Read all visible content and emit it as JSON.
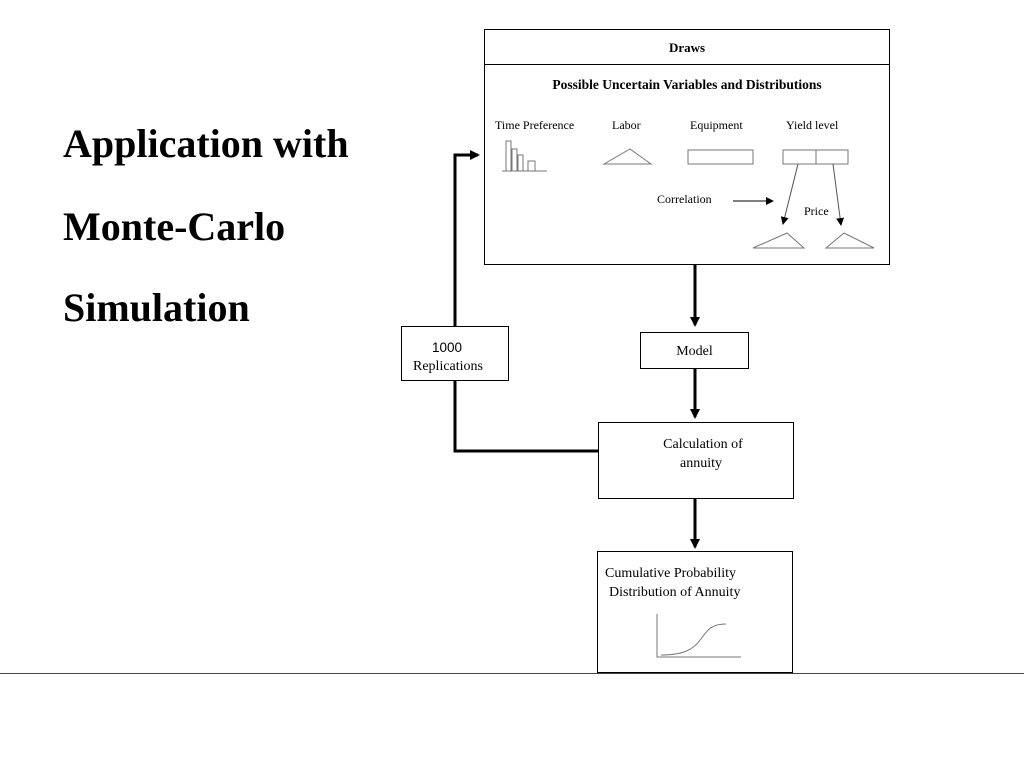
{
  "slide": {
    "title_lines": [
      "Application with",
      "Monte-Carlo",
      "Simulation"
    ]
  },
  "diagram": {
    "draws_box": {
      "header": "Draws",
      "subheader": "Possible Uncertain Variables and Distributions",
      "variables": [
        "Time Preference",
        "Labor",
        "Equipment",
        "Yield level"
      ],
      "correlation_label": "Correlation",
      "price_label": "Price"
    },
    "replications_box": {
      "line1": "1000",
      "line2": "Replications"
    },
    "model_box": {
      "label": "Model"
    },
    "annuity_box": {
      "line1": "Calculation of",
      "line2": "annuity"
    },
    "cdf_box": {
      "line1": "Cumulative Probability",
      "line2": "Distribution of Annuity"
    }
  },
  "colors": {
    "line": "#000000",
    "thin_line": "#666666",
    "background": "#ffffff"
  },
  "icons": [
    "histogram-icon",
    "triangle-distribution-icon",
    "uniform-distribution-icon",
    "split-box-icon",
    "cumulative-curve-icon"
  ]
}
